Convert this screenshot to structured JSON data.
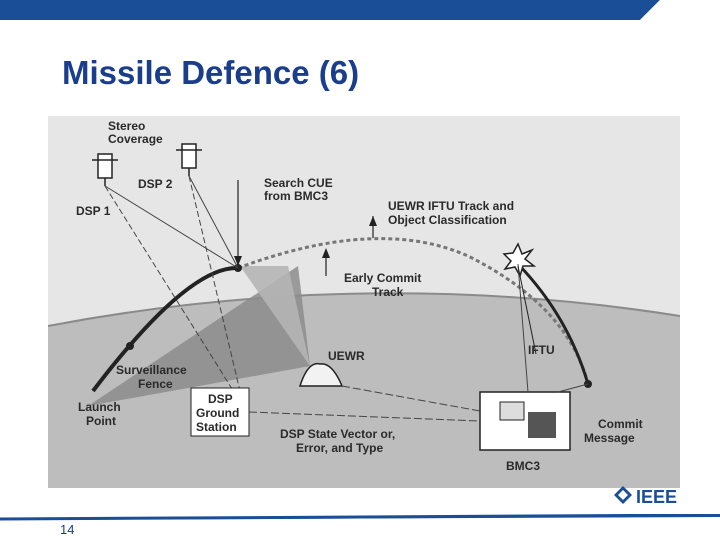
{
  "slide": {
    "title": "Missile Defence (6)",
    "page_number": "14"
  },
  "logo": {
    "text": "IEEE"
  },
  "colors": {
    "brand_blue": "#1a4e97",
    "title_blue": "#1a3e8c"
  },
  "diagram": {
    "labels": {
      "stereo": [
        "Stereo",
        "Coverage"
      ],
      "dsp2": "DSP 2",
      "dsp1": "DSP 1",
      "search_cue": [
        "Search CUE",
        "from BMC3"
      ],
      "uewr_track": [
        "UEWR IFTU Track and",
        "Object Classification"
      ],
      "early_commit": [
        "Early Commit",
        "Track"
      ],
      "uewr": "UEWR",
      "iftu": "IFTU",
      "surveillance": [
        "Surveillance",
        "Fence"
      ],
      "launch": [
        "Launch",
        "Point"
      ],
      "dsp_ground": [
        "DSP",
        "Ground",
        "Station"
      ],
      "dsp_state": [
        "DSP State Vector or,",
        "Error, and Type"
      ],
      "commit_message": [
        "Commit",
        "Message"
      ],
      "bmc3": "BMC3"
    }
  }
}
